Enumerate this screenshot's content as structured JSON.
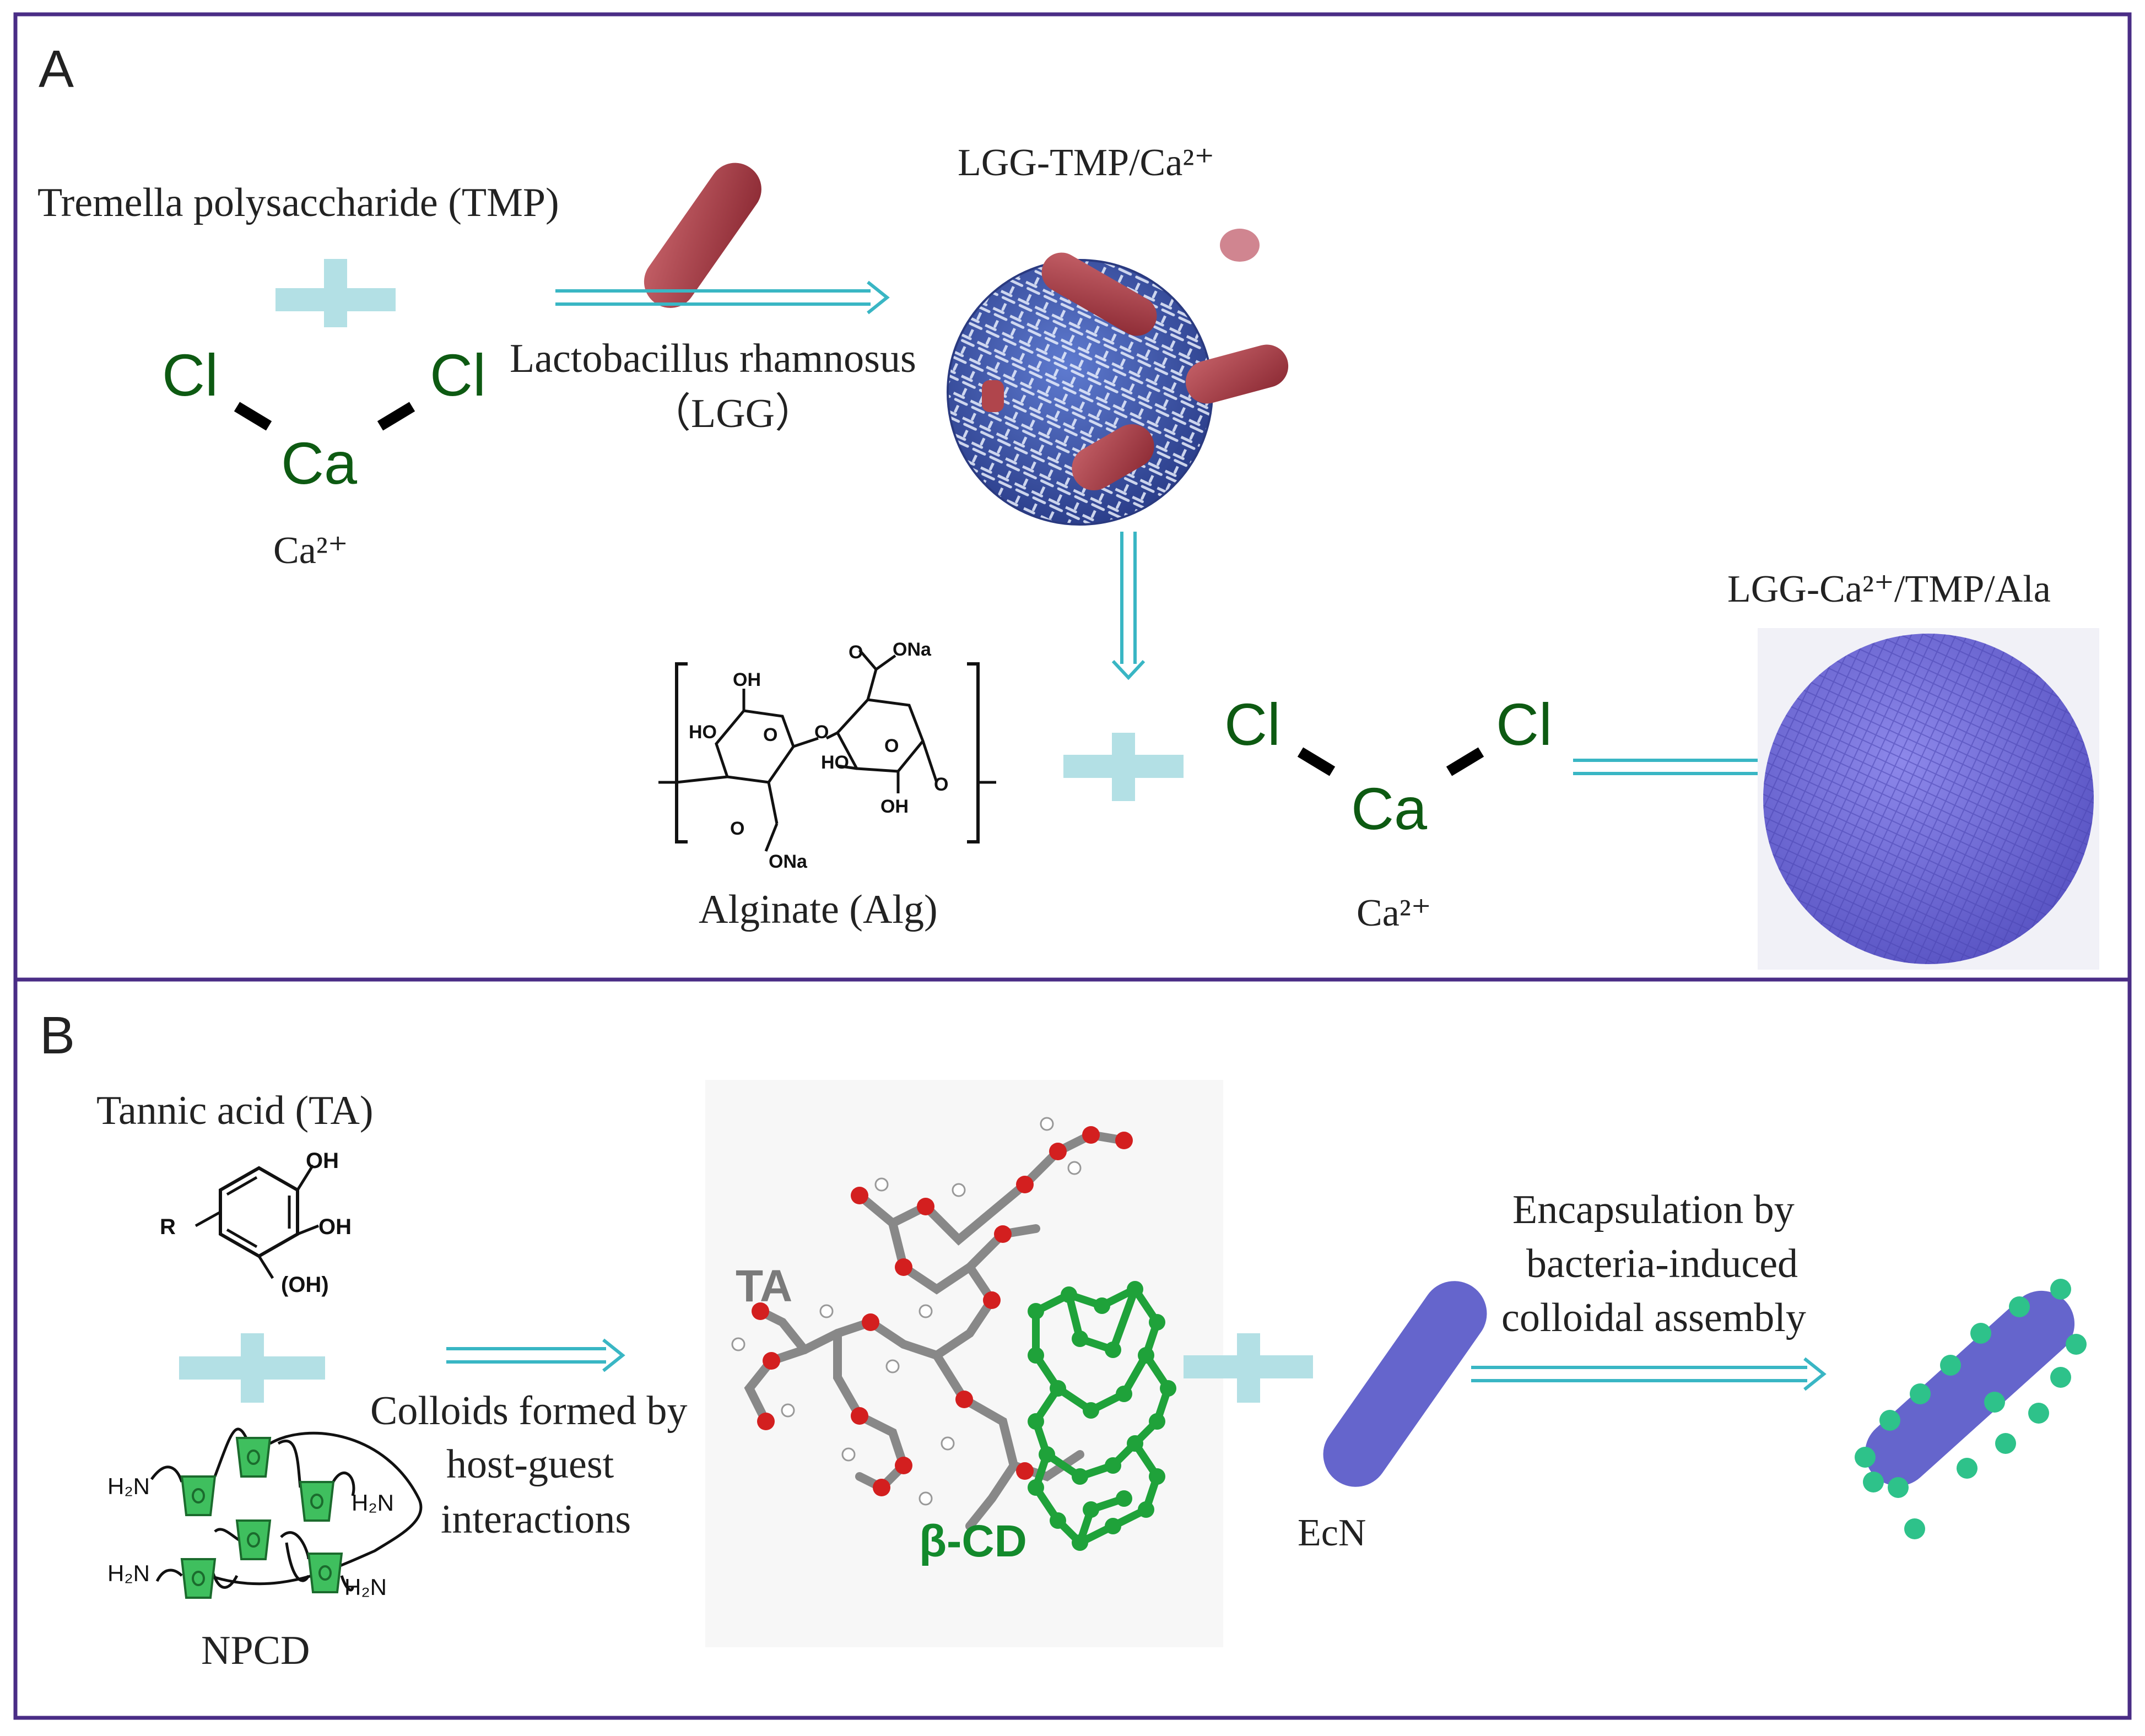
{
  "panel_a": {
    "label": "A",
    "tmp_label": "Tremella polysaccharide (TMP)",
    "cacl2_top": {
      "cl_left": "Cl",
      "cl_right": "Cl",
      "ca": "Ca",
      "caption": "Ca²⁺"
    },
    "bacterium_name": "Lactobacillus rhamnosus",
    "bacterium_abbr": "（LGG）",
    "product1_label": "LGG-TMP/Ca²⁺",
    "alginate": {
      "caption": "Alginate (Alg)",
      "groups": {
        "ona_top": "ONa",
        "oh_top": "OH",
        "ho_left": "HO",
        "o_bridge": "O",
        "o_ring1": "O",
        "o_ring2": "O",
        "ho_mid": "HO",
        "oh_bottom": "OH",
        "o_end": "O",
        "ona_bottom": "ONa",
        "o_carb_top": "O",
        "o_carb_bottom": "O"
      }
    },
    "cacl2_bottom": {
      "cl_left": "Cl",
      "cl_right": "Cl",
      "ca": "Ca",
      "caption": "Ca²⁺"
    },
    "product2_label": "LGG-Ca²⁺/TMP/Ala"
  },
  "panel_b": {
    "label": "B",
    "ta_label": "Tannic acid (TA)",
    "ta_structure": {
      "oh1": "OH",
      "oh2": "OH",
      "oh3": "(OH)",
      "r": "R"
    },
    "npcd": {
      "caption": "NPCD",
      "amine": "H₂N",
      "amine_right": "H₂N"
    },
    "colloid_text": [
      "Colloids formed by",
      "host-guest",
      "interactions"
    ],
    "model_ta_label": "TA",
    "model_cd_label": "β-CD",
    "ecn_label": "EcN",
    "encapsulation_text": [
      "Encapsulation by",
      "bacteria-induced",
      "colloidal assembly"
    ]
  },
  "colors": {
    "frame": "#4a2d86",
    "arrow": "#39b6c4",
    "plus": "#b3e0e5",
    "chem_green": "#0d5a12",
    "lgg_red": "#a63a43",
    "mesh_blue": "#3f57a8",
    "sphere_purple": "#6f6ad8",
    "ecn_purple": "#6565cc",
    "dot_green": "#2ec28a",
    "model_green": "#1fa23a",
    "model_grey": "#777777",
    "model_red": "#d31f1f"
  }
}
